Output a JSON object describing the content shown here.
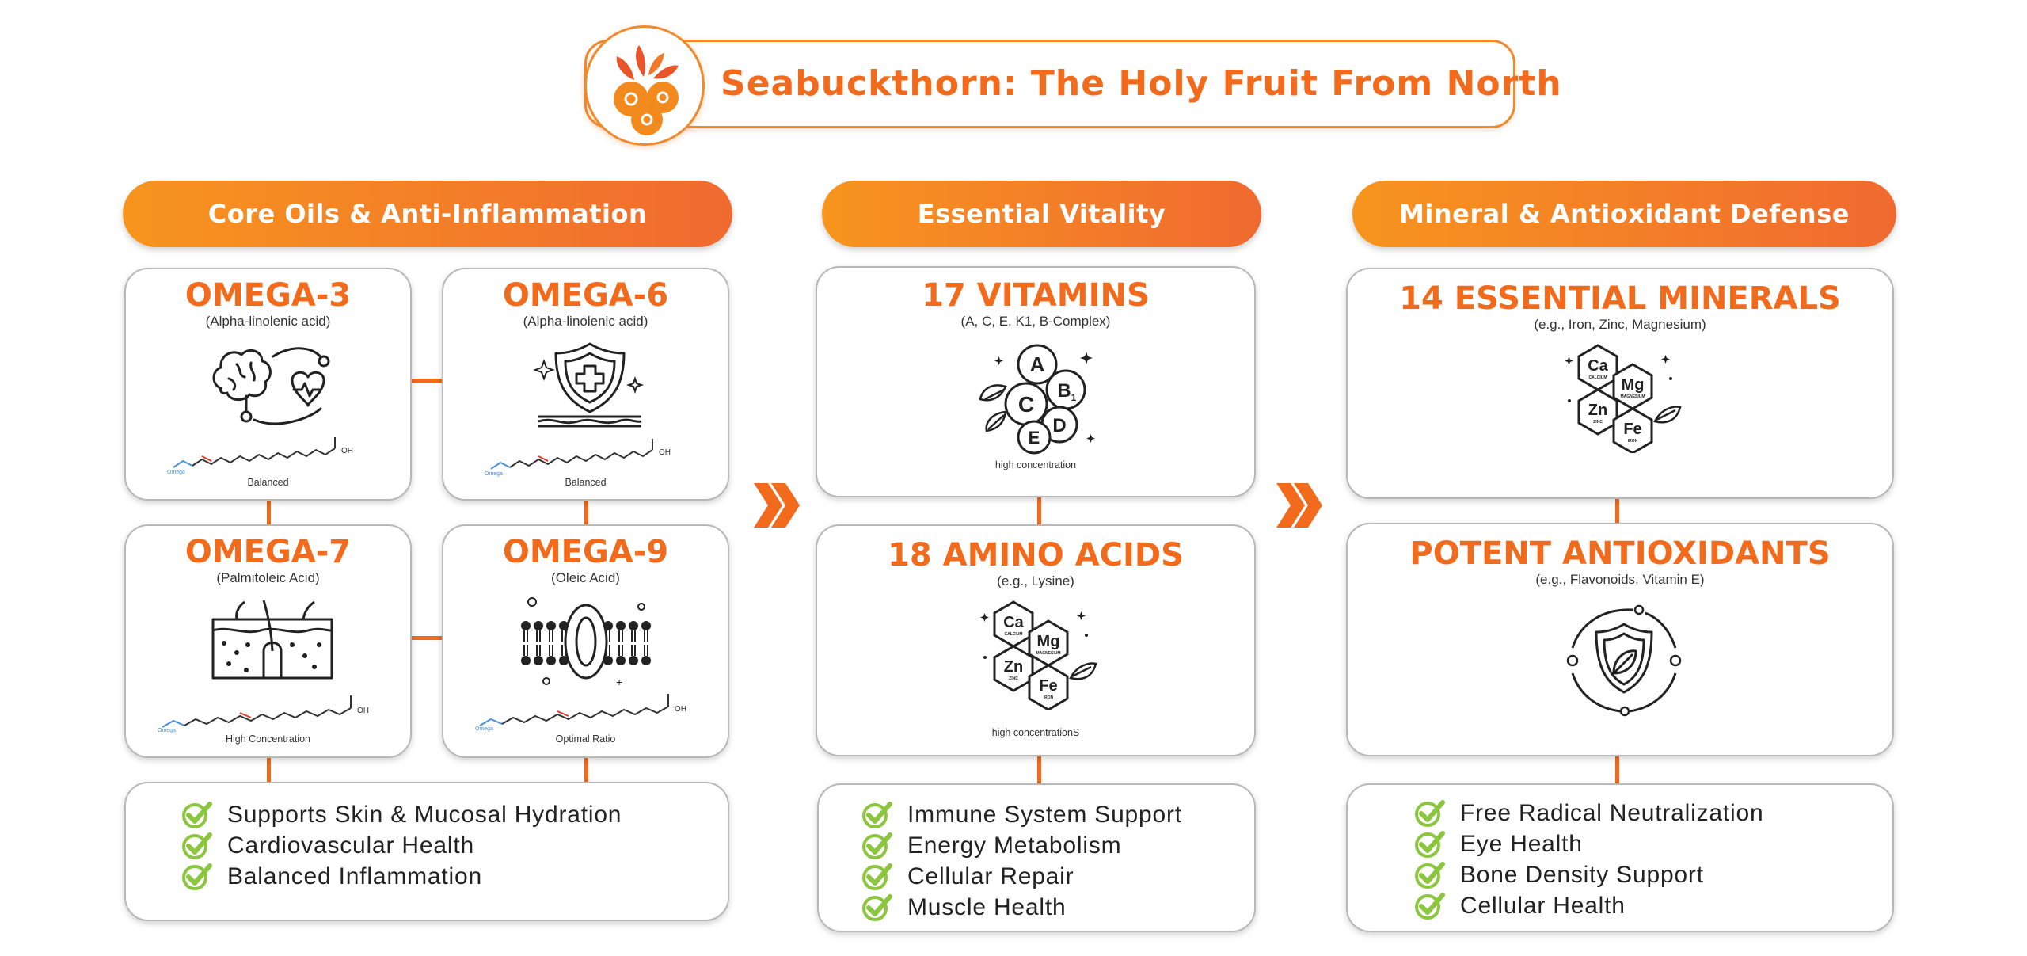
{
  "title": "Seabuckthorn: The Holy Fruit From North",
  "colors": {
    "accent": "#f26a1b",
    "gradient_start": "#f7951e",
    "gradient_end": "#f06a30",
    "check": "#8cc63f"
  },
  "columns": [
    {
      "header": "Core Oils & Anti-Inflammation",
      "cards": [
        {
          "title": "OMEGA-3",
          "subtitle": "(Alpha-linolenic acid)",
          "caption": "Balanced",
          "icon": "brain-heart-icon",
          "structure_label": "Omega"
        },
        {
          "title": "OMEGA-6",
          "subtitle": "(Alpha-linolenic acid)",
          "caption": "Balanced",
          "icon": "shield-cross-icon",
          "structure_label": "Omega"
        },
        {
          "title": "OMEGA-7",
          "subtitle": "(Palmitoleic Acid)",
          "caption": "High Concentration",
          "icon": "skin-hair-icon",
          "structure_label": "Omega"
        },
        {
          "title": "OMEGA-9",
          "subtitle": "(Oleic Acid)",
          "caption": "Optimal Ratio",
          "icon": "cell-membrane-icon",
          "structure_label": "Omega"
        }
      ],
      "benefits": [
        "Supports Skin & Mucosal Hydration",
        "Cardiovascular Health",
        "Balanced Inflammation"
      ]
    },
    {
      "header": "Essential Vitality",
      "cards": [
        {
          "title": "17 VITAMINS",
          "subtitle": "(A, C, E, K1, B-Complex)",
          "caption": "high concentration",
          "icon": "vitamins-icon",
          "icon_letters": [
            "A",
            "B",
            "C",
            "D",
            "E"
          ]
        },
        {
          "title": "18 AMINO ACIDS",
          "subtitle": "(e.g., Lysine)",
          "caption": "high concentrationS",
          "icon": "minerals-hex-icon"
        }
      ],
      "benefits": [
        "Immune System Support",
        "Energy Metabolism",
        "Cellular Repair",
        "Muscle Health"
      ]
    },
    {
      "header": "Mineral & Antioxidant Defense",
      "cards": [
        {
          "title": "14 ESSENTIAL MINERALS",
          "subtitle": "(e.g., Iron, Zinc, Magnesium)",
          "icon": "minerals-hex-icon"
        },
        {
          "title": "POTENT ANTIOXIDANTS",
          "subtitle": "(e.g., Flavonoids, Vitamin E)",
          "icon": "shield-leaf-icon"
        }
      ],
      "benefits": [
        "Free Radical Neutralization",
        "Eye Health",
        "Bone Density Support",
        "Cellular Health"
      ]
    }
  ],
  "hex_icon": {
    "elements": [
      {
        "symbol": "Ca",
        "name": "CALCIUM"
      },
      {
        "symbol": "Mg",
        "name": "MAGNESIUM"
      },
      {
        "symbol": "Zn",
        "name": "ZINC"
      },
      {
        "symbol": "Fe",
        "name": "IRON"
      }
    ]
  }
}
